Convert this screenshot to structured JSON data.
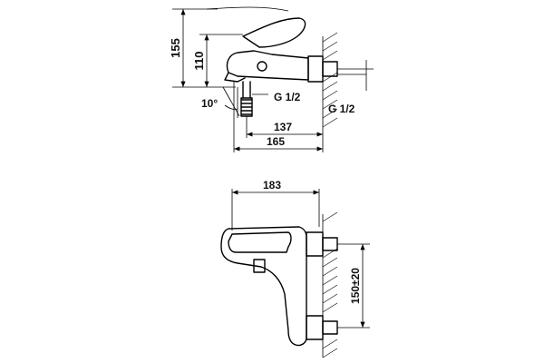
{
  "diagram": {
    "top_view": {
      "dim_155": "155",
      "dim_110": "110",
      "angle_10": "10°",
      "thread_outlet": "G 1/2",
      "thread_inlet": "G 1/2",
      "dim_137": "137",
      "dim_165": "165"
    },
    "front_view": {
      "dim_183": "183",
      "dim_150": "150±20"
    }
  }
}
